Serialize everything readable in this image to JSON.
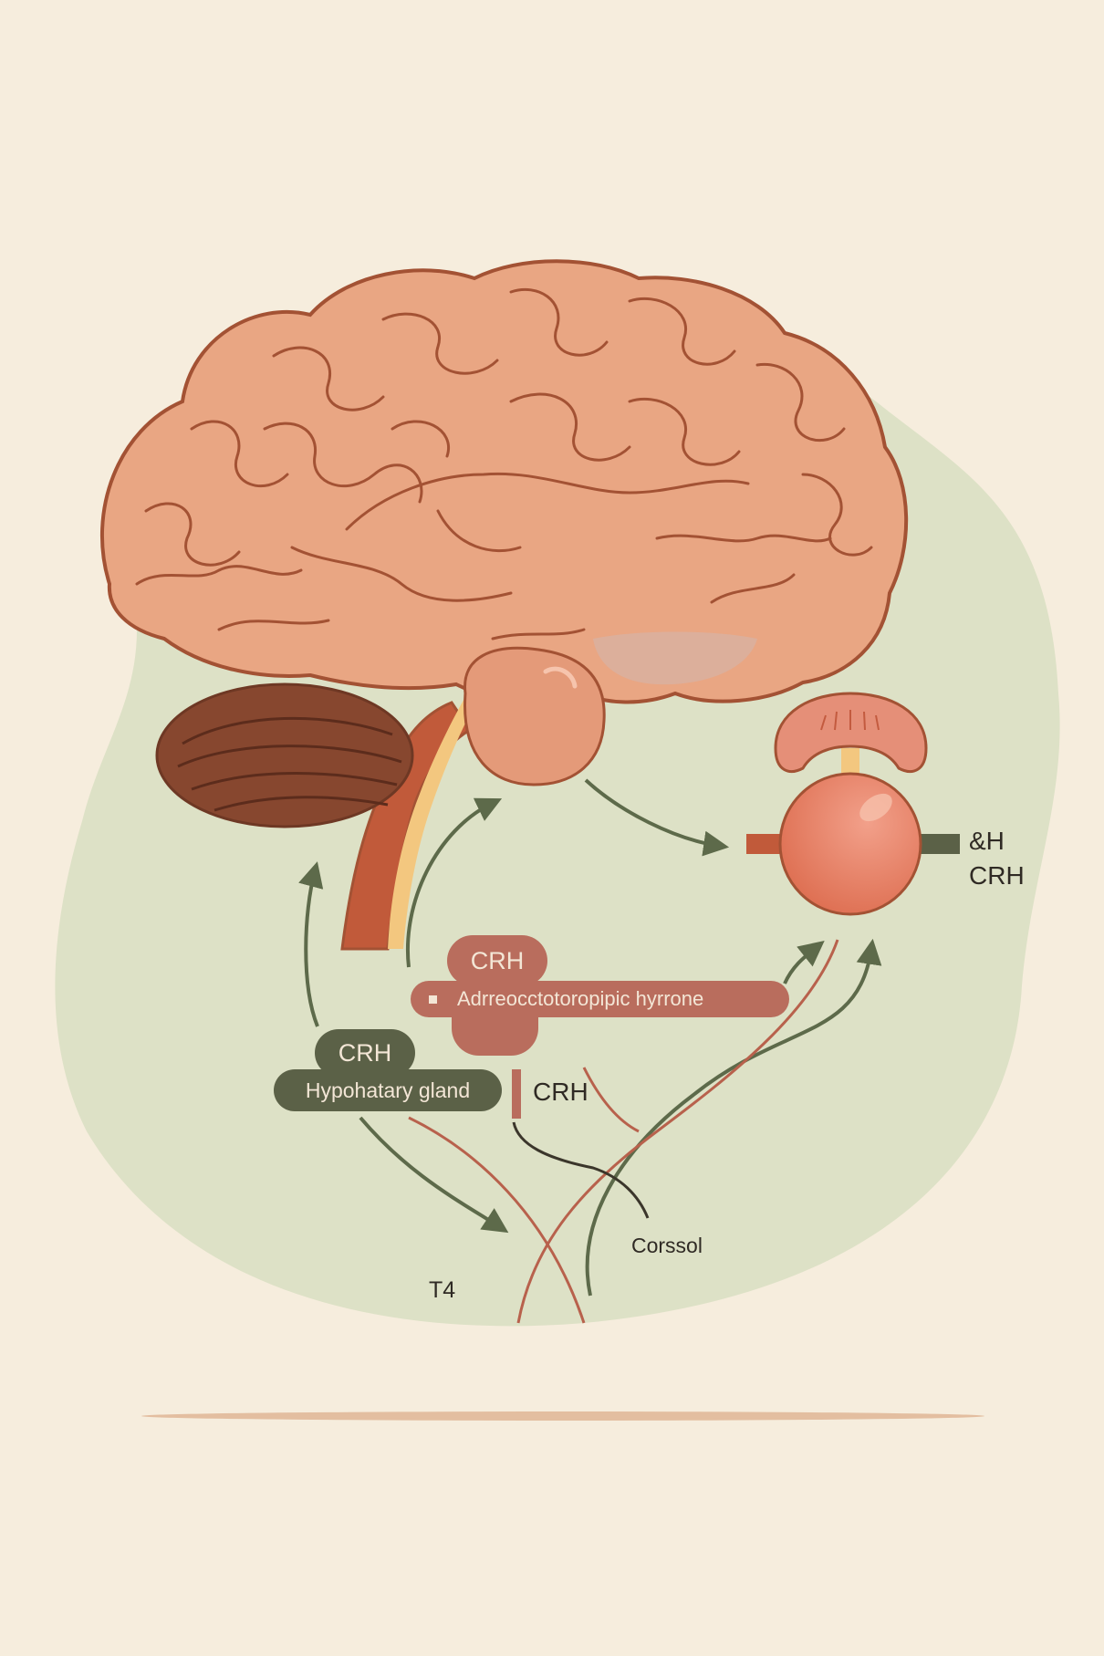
{
  "colors": {
    "background": "#f6eddd",
    "green_blob": "#dde1c6",
    "brain_fill": "#e9a683",
    "brain_outline": "#a35234",
    "cerebellum": "#87472f",
    "hypothalamus": "#e49a79",
    "stem": "#c15a3a",
    "stem_highlight": "#f3c77f",
    "green_arrow": "#5d6a4a",
    "red_line": "#b8614c",
    "dark_olive_pill": "#5b6147",
    "brown_pill": "#b96d5d",
    "gland_fill": "#e07356",
    "gland_cap": "#e58f78",
    "shadow": "#e3bea0",
    "text_dark": "#2f2a24"
  },
  "labels": {
    "ach_crh_line1": "&H",
    "ach_crh_line2": "CRH",
    "crh_top": "CRH",
    "acth_pill": "Adrreocctotoropipic hyrrone",
    "crh_left": "CRH",
    "hypophysis_pill": "Hypohatary  gland",
    "crh_mid": "CRH",
    "cortisol": "Corssol",
    "t4": "T4"
  },
  "icons": {
    "brain": "brain-icon",
    "cerebellum": "cerebellum-icon",
    "brainstem": "brainstem-icon",
    "hypothalamus": "hypothalamus-icon",
    "gland": "adrenal-gland-icon",
    "arrow": "arrow-icon",
    "bullet": "square-bullet-icon"
  }
}
